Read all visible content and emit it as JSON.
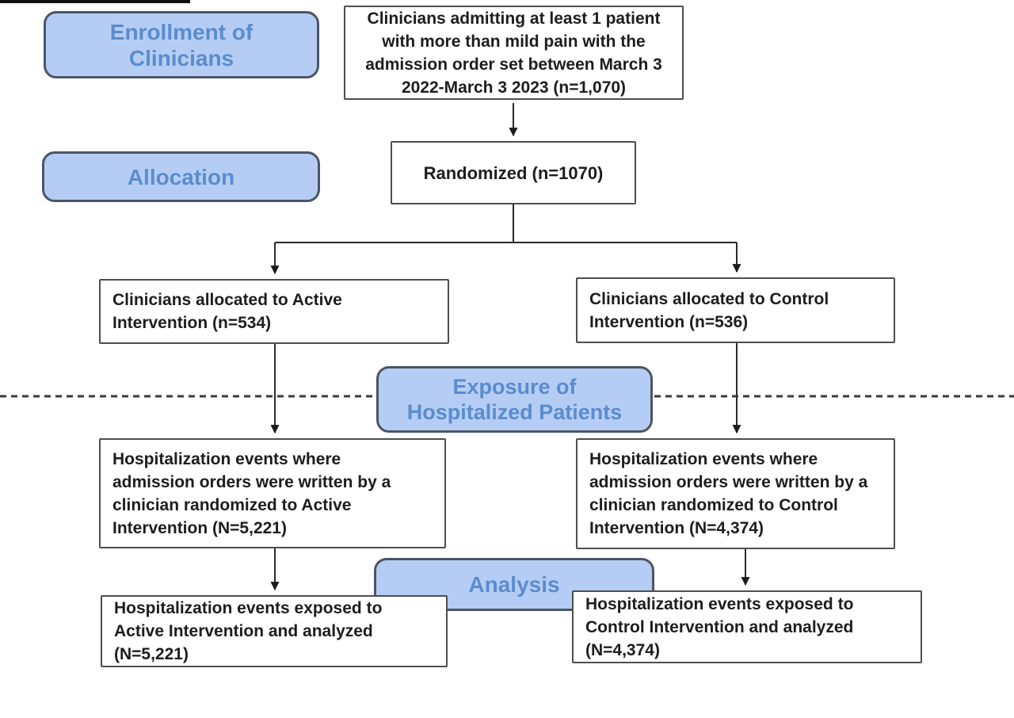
{
  "colors": {
    "stage_fill": "#b5cdf4",
    "stage_border": "#4c5563",
    "stage_text": "#5b8ccd",
    "box_border": "#4e4e4e",
    "box_text": "#1d1d1d",
    "line": "#2a2a2a"
  },
  "stages": {
    "enrollment": {
      "lines": [
        "Enrollment of",
        "Clinicians"
      ]
    },
    "allocation": {
      "lines": [
        "Allocation"
      ]
    },
    "exposure": {
      "lines": [
        "Exposure of",
        "Hospitalized Patients"
      ]
    },
    "analysis": {
      "lines": [
        "Analysis"
      ]
    }
  },
  "boxes": {
    "eligible": {
      "lines": [
        "Clinicians admitting at least 1 patient",
        "with more than mild pain with the",
        "admission order set between March 3",
        "2022-March 3 2023 (n=1,070)"
      ]
    },
    "randomized": {
      "lines": [
        "Randomized (n=1070)"
      ]
    },
    "active_allocated": {
      "lines": [
        "Clinicians allocated to Active",
        "Intervention (n=534)"
      ]
    },
    "control_allocated": {
      "lines": [
        "Clinicians allocated to Control",
        "Intervention (n=536)"
      ]
    },
    "active_hospitalizations": {
      "lines": [
        "Hospitalization events where",
        "admission orders were written by a",
        "clinician randomized to Active",
        "Intervention (N=5,221)"
      ]
    },
    "control_hospitalizations": {
      "lines": [
        "Hospitalization events where",
        "admission orders were written by a",
        "clinician randomized to Control",
        "Intervention (N=4,374)"
      ]
    },
    "active_analyzed": {
      "lines": [
        "Hospitalization events exposed to",
        "Active Intervention and analyzed",
        "(N=5,221)"
      ]
    },
    "control_analyzed": {
      "lines": [
        "Hospitalization events exposed to",
        "Control Intervention and analyzed",
        "(N=4,374)"
      ]
    }
  }
}
